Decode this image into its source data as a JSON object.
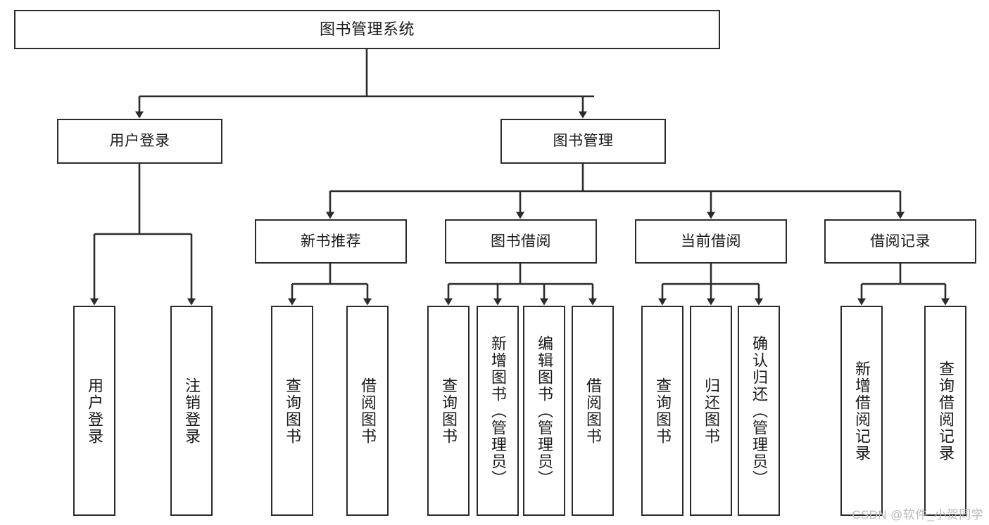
{
  "diagram": {
    "type": "tree-hierarchy-chart",
    "title": "图书管理系统",
    "stroke_color": "#2b2b2b",
    "background_color": "#ffffff",
    "text_color": "#1a1a1a",
    "levels": [
      {
        "level": 1,
        "nodes": [
          {
            "id": "root",
            "label": "图书管理系统",
            "orientation": "horizontal"
          }
        ]
      },
      {
        "level": 2,
        "nodes": [
          {
            "id": "login",
            "label": "用户登录",
            "orientation": "horizontal"
          },
          {
            "id": "bookmgmt",
            "label": "图书管理",
            "orientation": "horizontal"
          }
        ]
      },
      {
        "level": 3,
        "nodes": [
          {
            "id": "newbook",
            "label": "新书推荐",
            "orientation": "horizontal"
          },
          {
            "id": "borrow",
            "label": "图书借阅",
            "orientation": "horizontal"
          },
          {
            "id": "current",
            "label": "当前借阅",
            "orientation": "horizontal"
          },
          {
            "id": "records",
            "label": "借阅记录",
            "orientation": "horizontal"
          }
        ]
      },
      {
        "level": 4,
        "nodes": [
          {
            "id": "leaf1",
            "label": "用户登录",
            "orientation": "vertical",
            "parent": "login"
          },
          {
            "id": "leaf2",
            "label": "注销登录",
            "orientation": "vertical",
            "parent": "login"
          },
          {
            "id": "leaf3",
            "label": "查询图书",
            "orientation": "vertical",
            "parent": "newbook"
          },
          {
            "id": "leaf4",
            "label": "借阅图书",
            "orientation": "vertical",
            "parent": "newbook"
          },
          {
            "id": "leaf5",
            "label": "查询图书",
            "orientation": "vertical",
            "parent": "borrow"
          },
          {
            "id": "leaf6",
            "label": "新增图书（管理员）",
            "orientation": "vertical",
            "parent": "borrow"
          },
          {
            "id": "leaf7",
            "label": "编辑图书（管理员）",
            "orientation": "vertical",
            "parent": "borrow"
          },
          {
            "id": "leaf8",
            "label": "借阅图书",
            "orientation": "vertical",
            "parent": "borrow"
          },
          {
            "id": "leaf9",
            "label": "查询图书",
            "orientation": "vertical",
            "parent": "current"
          },
          {
            "id": "leaf10",
            "label": "归还图书",
            "orientation": "vertical",
            "parent": "current"
          },
          {
            "id": "leaf11",
            "label": "确认归还（管理员）",
            "orientation": "vertical",
            "parent": "current"
          },
          {
            "id": "leaf12",
            "label": "新增借阅记录",
            "orientation": "vertical",
            "parent": "records"
          },
          {
            "id": "leaf13",
            "label": "查询借阅记录",
            "orientation": "vertical",
            "parent": "records"
          }
        ]
      }
    ]
  },
  "watermark": {
    "text": "CSDN @软件_小贺同学"
  }
}
